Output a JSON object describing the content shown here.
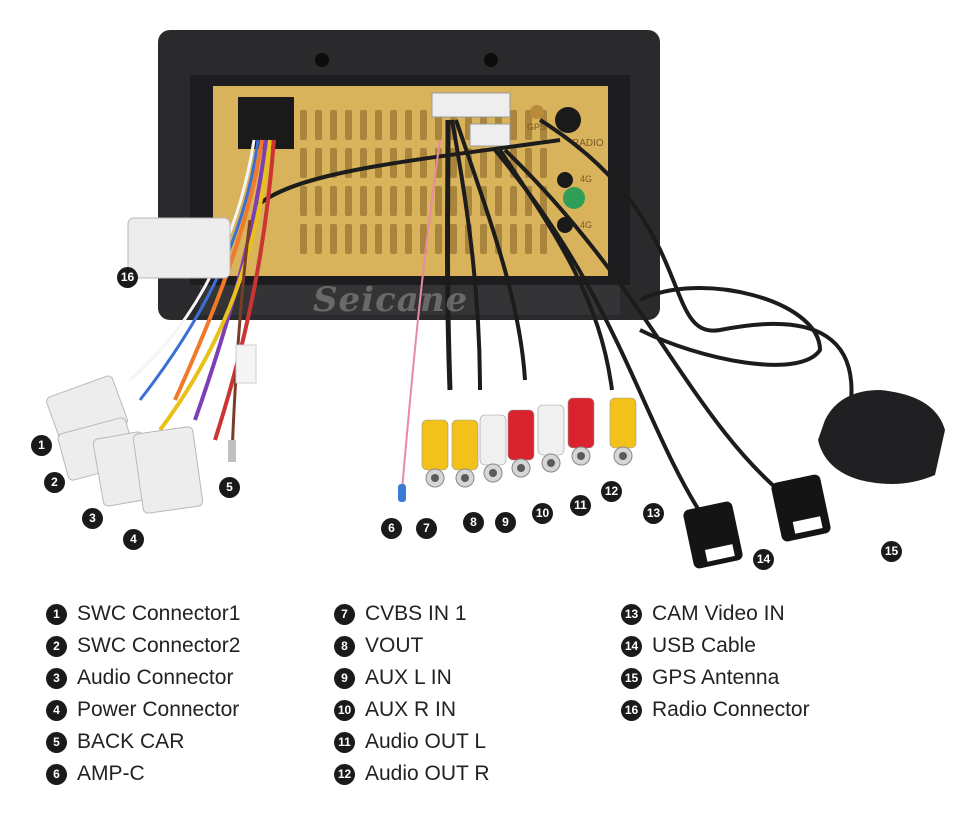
{
  "watermark": "Seicane",
  "unit_labels": {
    "radio": "RADIO",
    "gps": "GPS",
    "fourg1": "4G",
    "fourg2": "4G"
  },
  "callouts": [
    "1",
    "2",
    "3",
    "4",
    "5",
    "6",
    "7",
    "8",
    "9",
    "10",
    "11",
    "12",
    "13",
    "14",
    "15",
    "16"
  ],
  "legend": {
    "col1": [
      {
        "num": "1",
        "label": "SWC Connector1"
      },
      {
        "num": "2",
        "label": "SWC Connector2"
      },
      {
        "num": "3",
        "label": "Audio Connector"
      },
      {
        "num": "4",
        "label": "Power Connector"
      },
      {
        "num": "5",
        "label": "BACK CAR"
      },
      {
        "num": "6",
        "label": "AMP-C"
      }
    ],
    "col2": [
      {
        "num": "7",
        "label": "CVBS IN 1"
      },
      {
        "num": "8",
        "label": "VOUT"
      },
      {
        "num": "9",
        "label": "AUX L IN"
      },
      {
        "num": "10",
        "label": "AUX R IN"
      },
      {
        "num": "11",
        "label": "Audio OUT L"
      },
      {
        "num": "12",
        "label": "Audio OUT R"
      }
    ],
    "col3": [
      {
        "num": "13",
        "label": "CAM Video IN"
      },
      {
        "num": "14",
        "label": "USB Cable"
      },
      {
        "num": "15",
        "label": "GPS Antenna"
      },
      {
        "num": "16",
        "label": "Radio Connector"
      }
    ]
  },
  "colors": {
    "housing": "#2a2a2c",
    "board": "#d9b25c",
    "rca_yellow": "#f2c21b",
    "rca_white": "#f0f0f0",
    "rca_red": "#d9232e",
    "cable": "#1c1c1c",
    "callout": "#1a1a1a"
  }
}
